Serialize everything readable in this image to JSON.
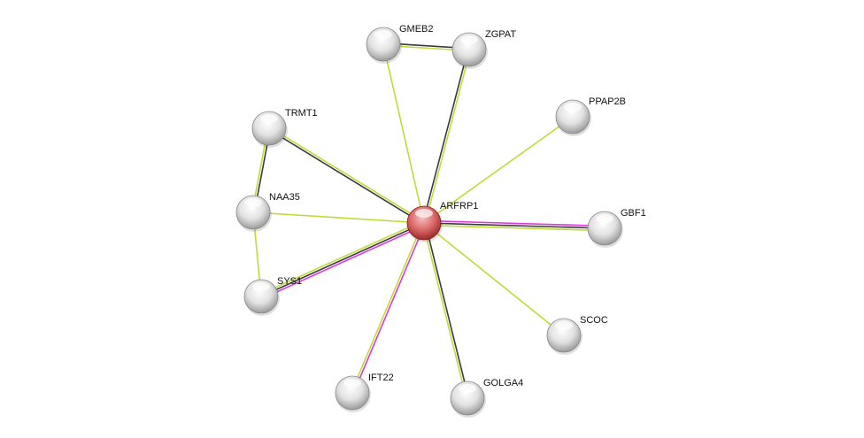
{
  "network": {
    "query_node": "ARFRP1",
    "nodes": [
      {
        "id": "ARFRP1",
        "label": "ARFRP1",
        "query": true
      },
      {
        "id": "GMEB2",
        "label": "GMEB2"
      },
      {
        "id": "ZGPAT",
        "label": "ZGPAT"
      },
      {
        "id": "PPAP2B",
        "label": "PPAP2B"
      },
      {
        "id": "TRMT1",
        "label": "TRMT1"
      },
      {
        "id": "NAA35",
        "label": "NAA35"
      },
      {
        "id": "GBF1",
        "label": "GBF1"
      },
      {
        "id": "SYS1",
        "label": "SYS1"
      },
      {
        "id": "SCOC",
        "label": "SCOC"
      },
      {
        "id": "IFT22",
        "label": "IFT22"
      },
      {
        "id": "GOLGA4",
        "label": "GOLGA4"
      }
    ],
    "edges": [
      {
        "a": "ARFRP1",
        "b": "GMEB2",
        "evidence": [
          "textmining"
        ]
      },
      {
        "a": "ARFRP1",
        "b": "ZGPAT",
        "evidence": [
          "coexpression",
          "textmining"
        ]
      },
      {
        "a": "GMEB2",
        "b": "ZGPAT",
        "evidence": [
          "coexpression",
          "textmining"
        ]
      },
      {
        "a": "ARFRP1",
        "b": "PPAP2B",
        "evidence": [
          "textmining"
        ]
      },
      {
        "a": "ARFRP1",
        "b": "TRMT1",
        "evidence": [
          "coexpression",
          "textmining"
        ]
      },
      {
        "a": "TRMT1",
        "b": "NAA35",
        "evidence": [
          "coexpression",
          "textmining"
        ]
      },
      {
        "a": "ARFRP1",
        "b": "NAA35",
        "evidence": [
          "textmining"
        ]
      },
      {
        "a": "NAA35",
        "b": "SYS1",
        "evidence": [
          "textmining"
        ]
      },
      {
        "a": "ARFRP1",
        "b": "SYS1",
        "evidence": [
          "experiments",
          "coexpression",
          "textmining"
        ]
      },
      {
        "a": "ARFRP1",
        "b": "GBF1",
        "evidence": [
          "experiments",
          "coexpression",
          "textmining"
        ]
      },
      {
        "a": "ARFRP1",
        "b": "SCOC",
        "evidence": [
          "textmining"
        ]
      },
      {
        "a": "ARFRP1",
        "b": "IFT22",
        "evidence": [
          "experiments",
          "textmining"
        ]
      },
      {
        "a": "ARFRP1",
        "b": "GOLGA4",
        "evidence": [
          "coexpression",
          "textmining"
        ]
      }
    ],
    "colors": {
      "textmining": "#c3d93a",
      "coexpression": "#3a3a3a",
      "experiments": "#d83adc",
      "query_node": "#d9545a",
      "node": "#e6e6e6"
    }
  }
}
